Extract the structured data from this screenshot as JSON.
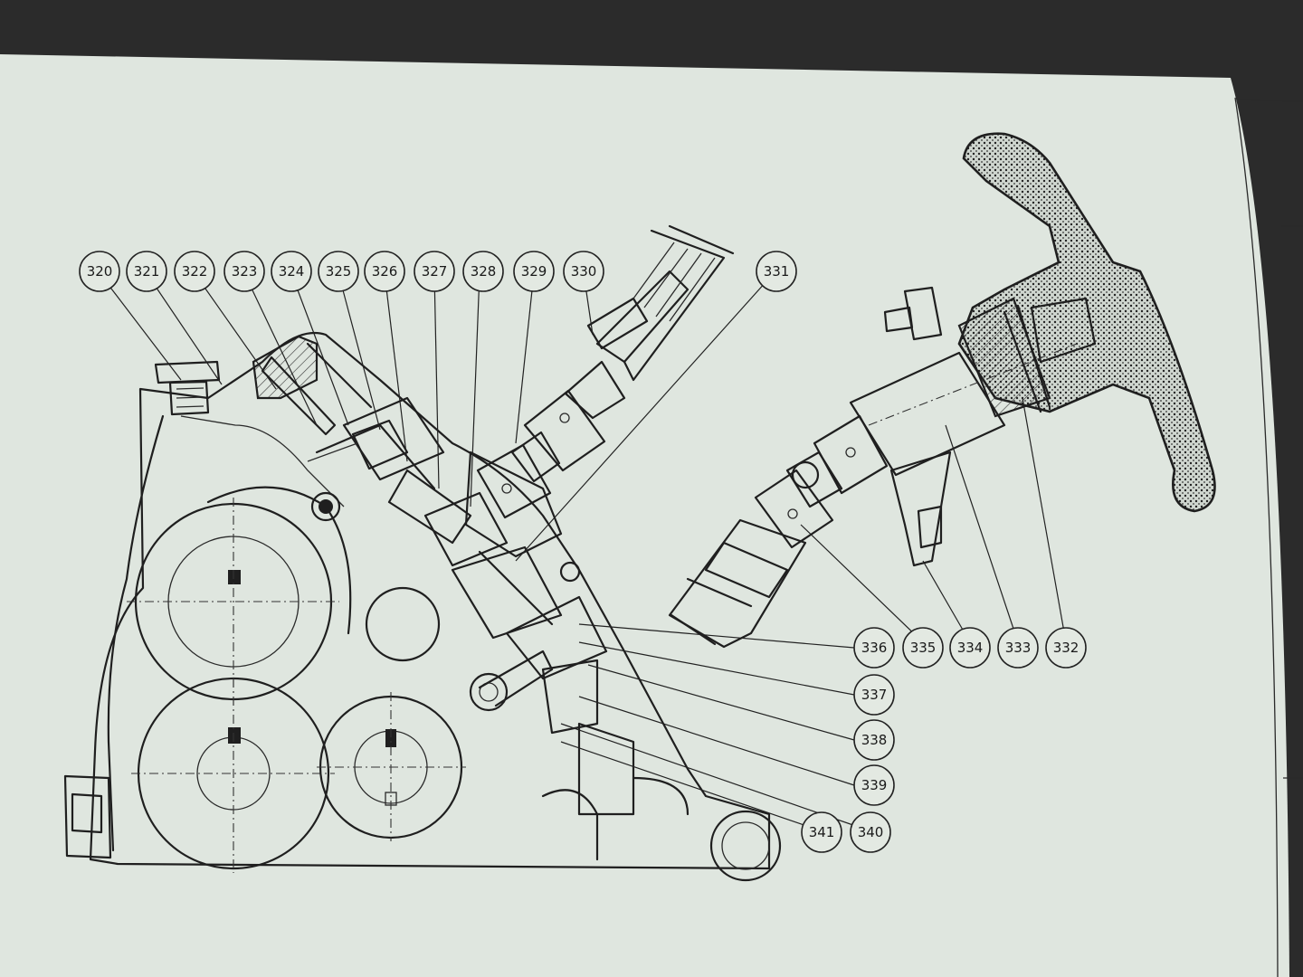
{
  "diagram": {
    "top_labels": [
      "320",
      "321",
      "322",
      "323",
      "324",
      "325",
      "326",
      "327",
      "328",
      "329",
      "330",
      "331"
    ],
    "bottom_right_labels": [
      "336",
      "335",
      "334",
      "333",
      "332"
    ],
    "right_column_labels": [
      "337",
      "338",
      "339"
    ],
    "bottom_labels": [
      "341",
      "340"
    ]
  },
  "colors": {
    "paper": "#dfe6df",
    "ink": "#1f1f1f",
    "background": "#2b2b2b"
  }
}
